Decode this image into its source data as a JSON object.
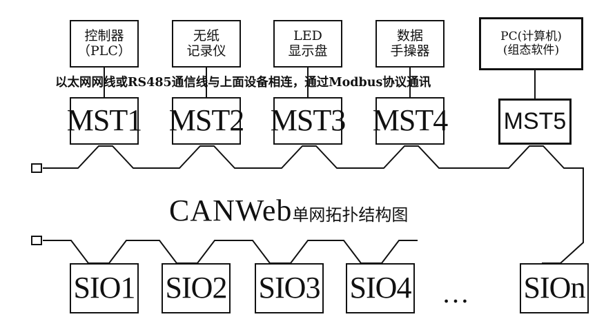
{
  "devices": [
    {
      "line1": "控制器",
      "line2": "（PLC）"
    },
    {
      "line1": "无纸",
      "line2": "记录仪"
    },
    {
      "line1": "LED",
      "line2": "显示盘"
    },
    {
      "line1": "数据",
      "line2": "手操器"
    },
    {
      "line1": "PC(计算机)",
      "line2": "(组态软件)"
    }
  ],
  "note": "以太网网线或RS485通信线与上面设备相连，通过Modbus协议通讯",
  "masters": [
    "MST1",
    "MST2",
    "MST3",
    "MST4",
    "MST5"
  ],
  "title": {
    "prefix": "CANWeb",
    "suffix": "单网拓扑结构图"
  },
  "slaves": [
    "SIO1",
    "SIO2",
    "SIO3",
    "SIO4",
    "SIOn"
  ],
  "ellipsis": "…"
}
